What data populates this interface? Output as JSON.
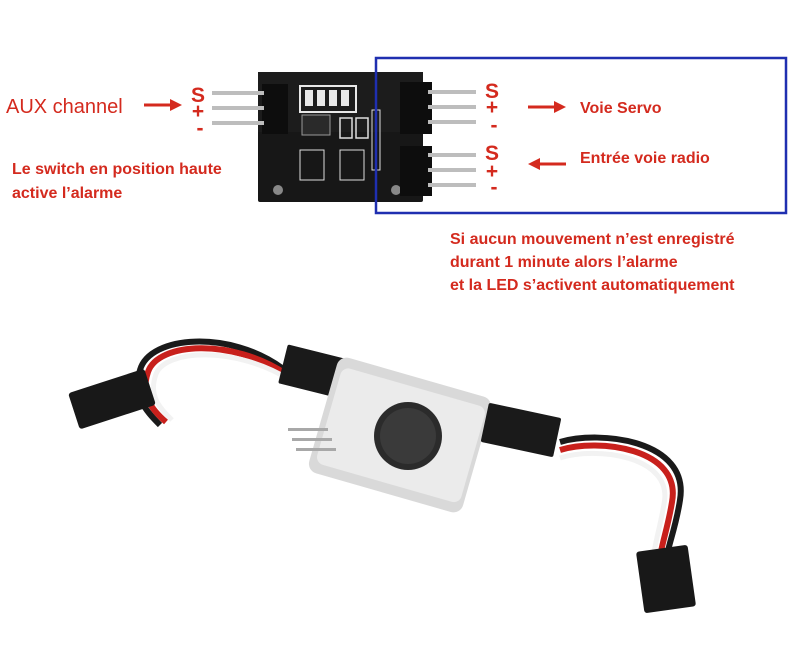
{
  "labels": {
    "aux_channel": "AUX channel",
    "switch_line1": "Le switch en position haute",
    "switch_line2": "active l’alarme",
    "voie_servo": "Voie Servo",
    "entree_voie_radio": "Entrée voie radio",
    "note_line1": "Si aucun mouvement n’est enregistré",
    "note_line2": "durant 1 minute alors l’alarme",
    "note_line3": "et la LED s’activent automatiquement"
  },
  "pins": {
    "signal": "S",
    "plus": "+",
    "minus": "-"
  },
  "colors": {
    "annotation_red": "#d42a1e",
    "box_blue": "#1f2fb0",
    "pcb_black": "#141414",
    "wire_red": "#c8201c",
    "wire_white": "#f4f4f4",
    "wire_black": "#1a1a1a"
  }
}
